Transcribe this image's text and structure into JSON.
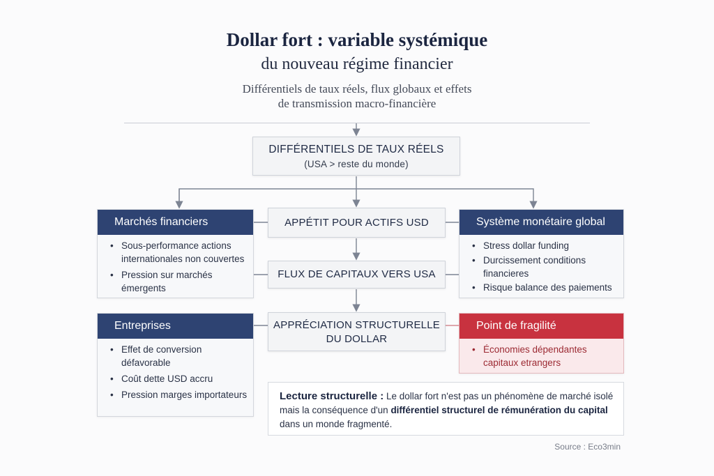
{
  "header": {
    "title": "Dollar fort : variable systémique",
    "subtitle": "du nouveau régime financier",
    "description_line1": "Différentiels de taux réels, flux globaux et effets",
    "description_line2": "de transmission macro-financière"
  },
  "flow": {
    "top": {
      "line1": "DIFFÉRENTIELS DE TAUX RÉELS",
      "line2": "(USA > reste du monde)"
    },
    "appetit": "APPÉTIT POUR ACTIFS USD",
    "flux": "FLUX DE CAPITAUX VERS USA",
    "appreciation_line1": "APPRÉCIATION STRUCTURELLE",
    "appreciation_line2": "DU DOLLAR"
  },
  "panels": {
    "marches": {
      "title": "Marchés financiers",
      "items": [
        "Sous-performance actions internationales non couvertes",
        "Pression sur marchés émergents"
      ]
    },
    "systeme": {
      "title": "Système monétaire global",
      "items": [
        "Stress dollar funding",
        "Durcissement conditions financieres",
        "Risque balance des paiements"
      ]
    },
    "entreprises": {
      "title": "Entreprises",
      "items": [
        "Effet de conversion défavorable",
        "Coût dette USD accru",
        "Pression marges importateurs"
      ]
    },
    "fragilite": {
      "title": "Point de fragilité",
      "items": [
        "Économies dépendantes capitaux etrangers"
      ]
    }
  },
  "lecture": {
    "lead": "Lecture structurelle :",
    "t1": " Le dollar fort n'est pas un phénomène de marché isolé mais la conséquence d'un ",
    "b1": "différentiel structurel de rémunération du capital",
    "t2": " dans un monde fragmenté."
  },
  "source": "Source : Eco3min",
  "colors": {
    "navy": "#2e4372",
    "red": "#c8323f",
    "bg": "#fbfbfc"
  }
}
